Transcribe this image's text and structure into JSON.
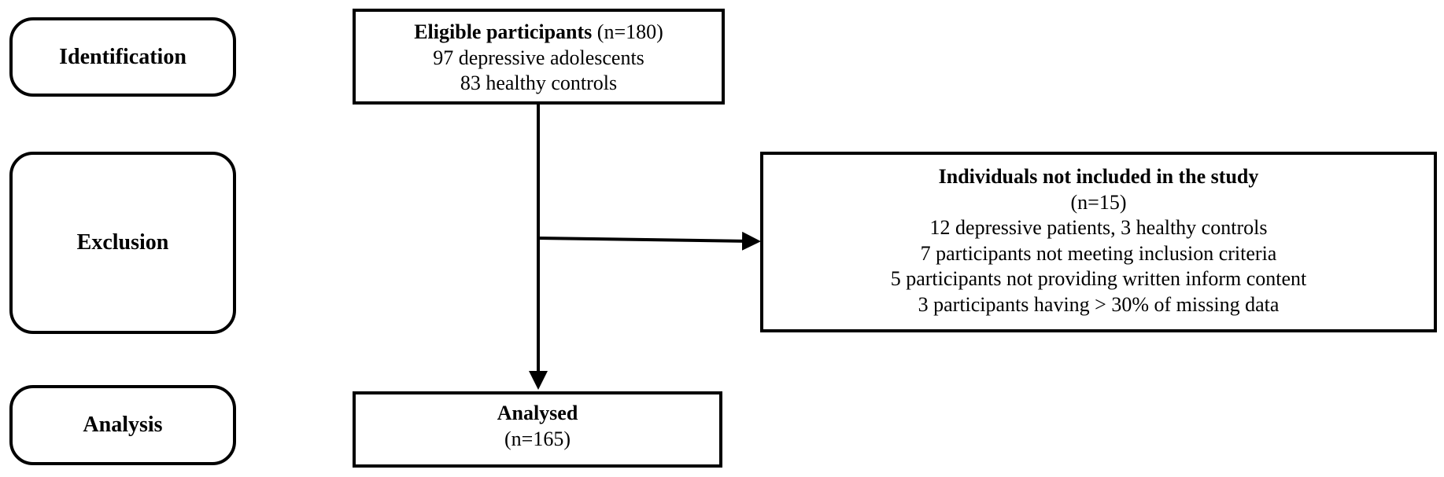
{
  "stages": {
    "identification": "Identification",
    "exclusion": "Exclusion",
    "analysis": "Analysis"
  },
  "eligible": {
    "title": "Eligible participants",
    "count": "(n=180)",
    "line1": "97 depressive  adolescents",
    "line2": "83 healthy  controls"
  },
  "excluded": {
    "title": "Individuals not included in the study",
    "count": "(n=15)",
    "line1": "12 depressive  patients,  3 healthy  controls",
    "line2": "7 participants  not meeting inclusion  criteria",
    "line3": "5 participants  not providing  written inform  content",
    "line4": "3 participants  having > 30% of missing  data"
  },
  "analysed": {
    "title": "Analysed",
    "count": "(n=165)"
  }
}
